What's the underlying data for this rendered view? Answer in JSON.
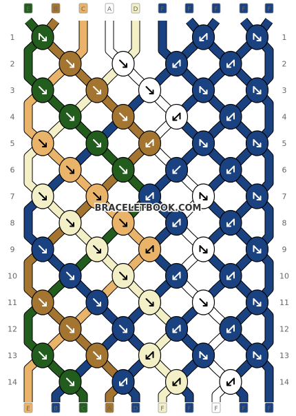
{
  "branding": {
    "watermark": "BRACELETBOOK.COM"
  },
  "strands": [
    {
      "letter": "E",
      "color": "#225d1e"
    },
    {
      "letter": "B",
      "color": "#a47530"
    },
    {
      "letter": "C",
      "color": "#e9b46a"
    },
    {
      "letter": "A",
      "color": "#ffffff"
    },
    {
      "letter": "D",
      "color": "#f3efc6"
    },
    {
      "letter": "F",
      "color": "#1a4180"
    },
    {
      "letter": "F",
      "color": "#1a4180"
    },
    {
      "letter": "F",
      "color": "#1a4180"
    },
    {
      "letter": "F",
      "color": "#1a4180"
    },
    {
      "letter": "F",
      "color": "#1a4180"
    }
  ],
  "bottom_labels": [
    "E",
    "B",
    "C",
    "A",
    "D",
    "F",
    "F",
    "F",
    "F",
    "F"
  ],
  "row_labels": [
    "1",
    "2",
    "3",
    "4",
    "5",
    "6",
    "7",
    "8",
    "9",
    "10",
    "11",
    "12",
    "13",
    "14"
  ],
  "knots": [
    [
      "fb",
      "",
      "",
      "bf",
      "fb",
      "fb"
    ],
    [
      "f",
      "f",
      "ff",
      "ff",
      "ff"
    ],
    [
      "f",
      "f",
      "f",
      "fb",
      "fb"
    ],
    [
      "f",
      "f",
      "ff",
      "ff",
      "ff"
    ],
    [
      "f",
      "f",
      "ff",
      "fb",
      "fb"
    ],
    [
      "f",
      "f",
      "b",
      "ff",
      "ff"
    ],
    [
      "f",
      "f",
      "bb",
      "fb",
      "fb"
    ],
    [
      "f",
      "f",
      "ff",
      "ff",
      "ff"
    ],
    [
      "f",
      "f",
      "ff",
      "fb",
      "fb"
    ],
    [
      "f",
      "f",
      "ff",
      "ff",
      "ff"
    ],
    [
      "f",
      "f",
      "f",
      "f",
      "fb"
    ],
    [
      "f",
      "f",
      "bb",
      "bb",
      "ff"
    ],
    [
      "f",
      "f",
      "bb",
      "fb",
      "fb"
    ],
    [
      "f",
      "bb",
      "ff",
      "ff"
    ]
  ]
}
